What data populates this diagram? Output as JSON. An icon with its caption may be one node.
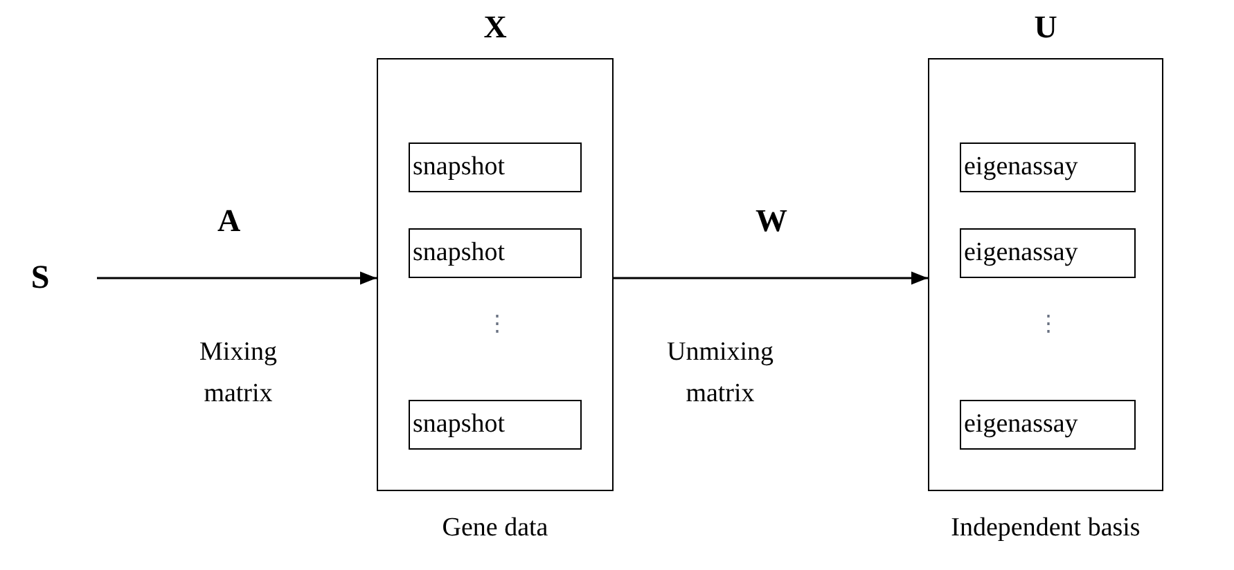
{
  "diagram": {
    "nodes": [
      {
        "text": [
          "S"
        ]
      },
      {
        "text": [
          "X"
        ],
        "beside": [
          "Gene data"
        ]
      },
      {
        "text": [
          "snapshot"
        ],
        "in": 1
      },
      {
        "text": [
          "snapshot"
        ],
        "in": 1
      },
      {
        "text": [
          "snapshot"
        ],
        "in": 1
      },
      {
        "text": [
          "U"
        ],
        "beside": [
          "Independent basis"
        ]
      },
      {
        "text": [
          "eigenassay"
        ],
        "in": 5
      },
      {
        "text": [
          "eigenassay"
        ],
        "in": 5
      },
      {
        "text": [
          "eigenassay"
        ],
        "in": 5
      }
    ],
    "edges": [
      {
        "from": 0,
        "to": 1,
        "arrow": "to",
        "label": "A"
      },
      {
        "from": 1,
        "to": 5,
        "arrow": "to",
        "label": "W"
      }
    ],
    "labels": [
      "⋮",
      "⋮",
      "Mixing matrix",
      "Unmixing matrix"
    ]
  }
}
